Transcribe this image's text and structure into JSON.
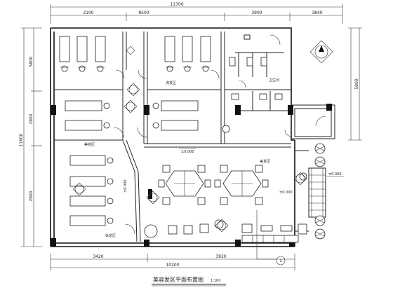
{
  "drawing": {
    "title": "美容发区平面布置图",
    "scale": "1:100",
    "dimensions": {
      "top_overall": "11700",
      "top_segments": [
        "2100",
        "8500",
        "3900",
        "3840"
      ],
      "bottom_segments": [
        "3420",
        "3920"
      ],
      "bottom_overall": "10200",
      "left_segments": [
        "5800",
        "2900",
        "2900"
      ],
      "left_overall": "11600",
      "right_overall": "5800"
    },
    "annotations": {
      "elevation_marks": [
        "±0.000",
        "±0.000",
        "±0.000",
        "±0.300"
      ],
      "rooms": [
        "卫生间",
        "美容区",
        "洗发区",
        "美发区",
        "休息区"
      ]
    },
    "callout_number": "1"
  }
}
